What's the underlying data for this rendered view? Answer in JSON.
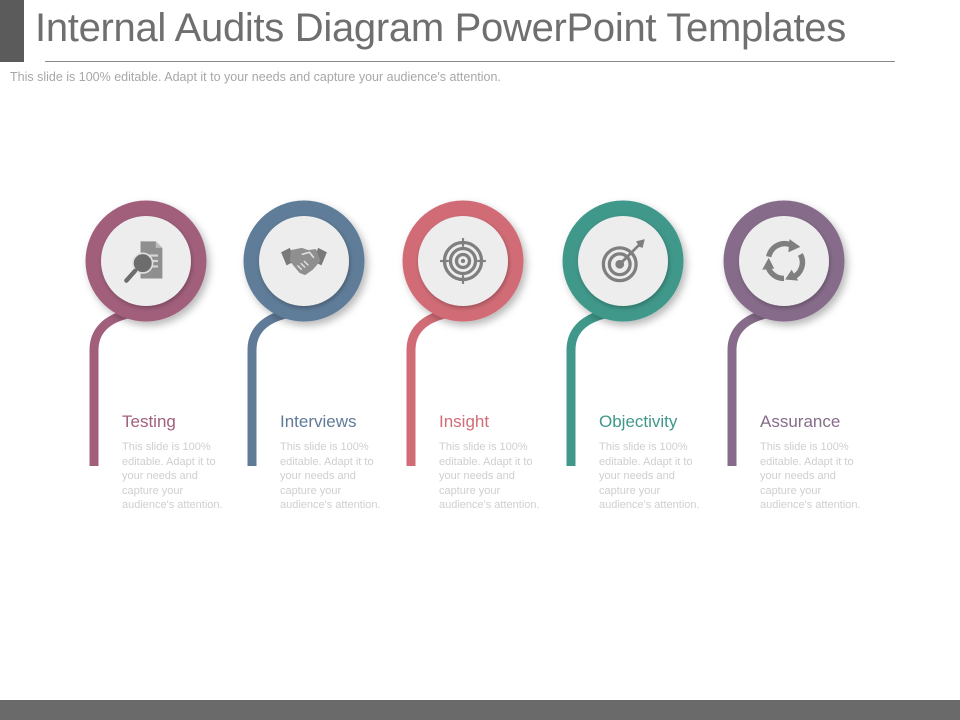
{
  "slide": {
    "title": "Internal Audits Diagram PowerPoint Templates",
    "subtitle": "This slide is 100% editable. Adapt it to your needs and capture your audience's attention."
  },
  "steps": [
    {
      "label": "Testing",
      "desc": "This slide is 100% editable. Adapt it to your needs and capture your audience's attention.",
      "color": "#a15f7c",
      "icon": "magnifier-document-icon"
    },
    {
      "label": "Interviews",
      "desc": "This slide is 100% editable. Adapt it to your needs and capture your audience's attention.",
      "color": "#5f7b98",
      "icon": "handshake-icon"
    },
    {
      "label": "Insight",
      "desc": "This slide is 100% editable. Adapt it to your needs and capture your audience's attention.",
      "color": "#d16c76",
      "icon": "target-icon"
    },
    {
      "label": "Objectivity",
      "desc": "This slide is 100% editable. Adapt it to your needs and capture your audience's attention.",
      "color": "#3f988a",
      "icon": "dart-target-icon"
    },
    {
      "label": "Assurance",
      "desc": "This slide is 100% editable. Adapt it to your needs and capture your audience's attention.",
      "color": "#866c8a",
      "icon": "recycle-arrows-icon"
    }
  ]
}
